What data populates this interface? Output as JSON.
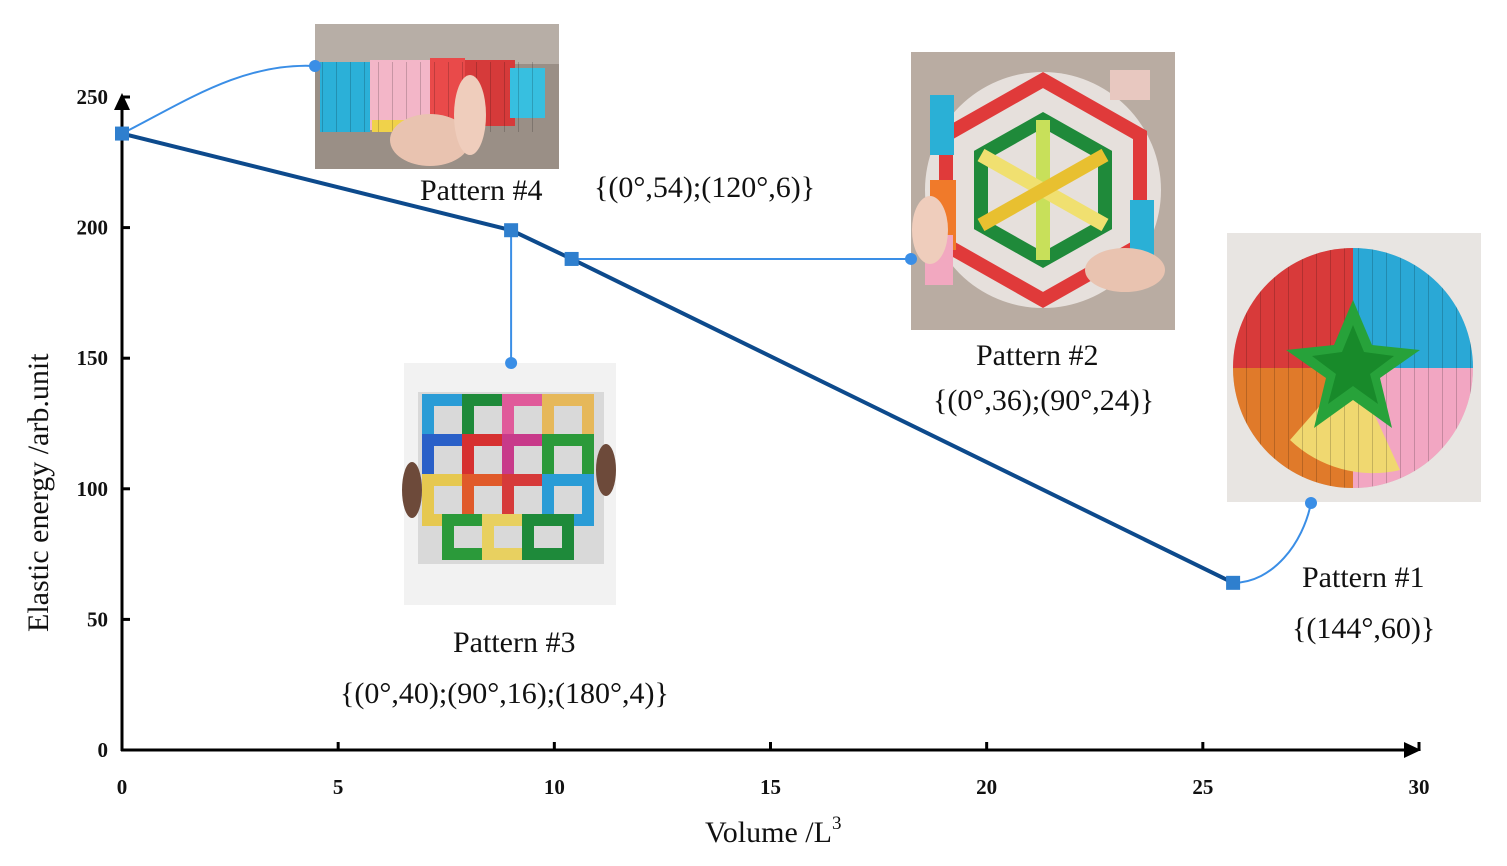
{
  "chart_data": {
    "type": "line",
    "xlabel": "Volume /L",
    "xlabel_superscript": "3",
    "ylabel": "Elastic energy /arb.unit",
    "xlim": [
      0,
      30
    ],
    "ylim": [
      0,
      250
    ],
    "x_ticks": [
      0,
      5,
      10,
      15,
      20,
      25,
      30
    ],
    "y_ticks": [
      0,
      50,
      100,
      150,
      200,
      250
    ],
    "x_tick_labels": [
      "0",
      "5",
      "10",
      "15",
      "20",
      "25",
      "30"
    ],
    "y_tick_labels": [
      "0",
      "50",
      "100",
      "150",
      "200",
      "250"
    ],
    "series": [
      {
        "x": [
          0,
          9.0,
          10.4,
          25.7
        ],
        "y": [
          236,
          199,
          188,
          64
        ],
        "color": "#0d4a8c",
        "marker_color": "#2f7fce"
      }
    ],
    "annotations": [
      {
        "id": "pattern-4",
        "point_index": 0,
        "name": "Pattern  #4",
        "formula": "{(0°,54);(120°,6)}",
        "photo": "folded strip of colored origami units"
      },
      {
        "id": "pattern-3",
        "point_index": 1,
        "name": "Pattern  #3",
        "formula": "{(0°,40);(90°,16);(180°,4)}",
        "photo": "square lattice origami model"
      },
      {
        "id": "pattern-2",
        "point_index": 2,
        "name": "Pattern  #2",
        "formula": "{(0°,36);(90°,24)}",
        "photo": "hexagonal lattice origami model"
      },
      {
        "id": "pattern-1",
        "point_index": 3,
        "name": "Pattern  #1",
        "formula": "{(144°,60)}",
        "photo": "spherical origami ball"
      }
    ],
    "colors": {
      "line": "#0d4a8c",
      "marker": "#2f7fce",
      "connector": "#3a8ee6",
      "axis": "#000000"
    }
  }
}
